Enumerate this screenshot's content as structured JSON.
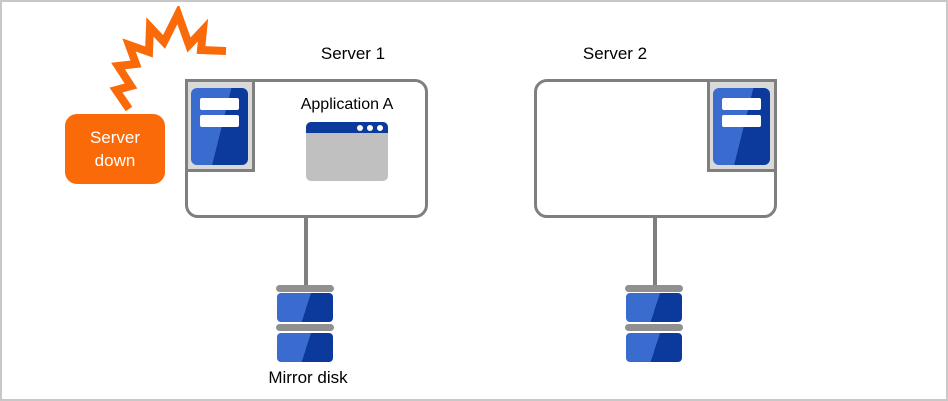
{
  "diagram": {
    "alert": {
      "label": "Server down"
    },
    "servers": [
      {
        "title": "Server 1",
        "app_label": "Application A",
        "icons": [
          "server-tower-icon",
          "app-window-icon"
        ]
      },
      {
        "title": "Server 2",
        "icons": [
          "server-tower-icon"
        ]
      }
    ],
    "storage": {
      "mirror_label": "Mirror disk",
      "icon": "disk-stack-icon"
    },
    "crash_icon": "crash-bolt-icon",
    "colors": {
      "alert_orange": "#FB6A09",
      "tower_blue_light": "#3A6CD0",
      "tower_blue_dark": "#0B3A9C",
      "box_border_gray": "#7F7F7F",
      "icon_frame_gray": "#D9D9D9",
      "window_body_gray": "#C0C0C0",
      "disk_bar_gray": "#909090",
      "canvas_border": "#C8C8C8",
      "text": "#000000"
    }
  }
}
